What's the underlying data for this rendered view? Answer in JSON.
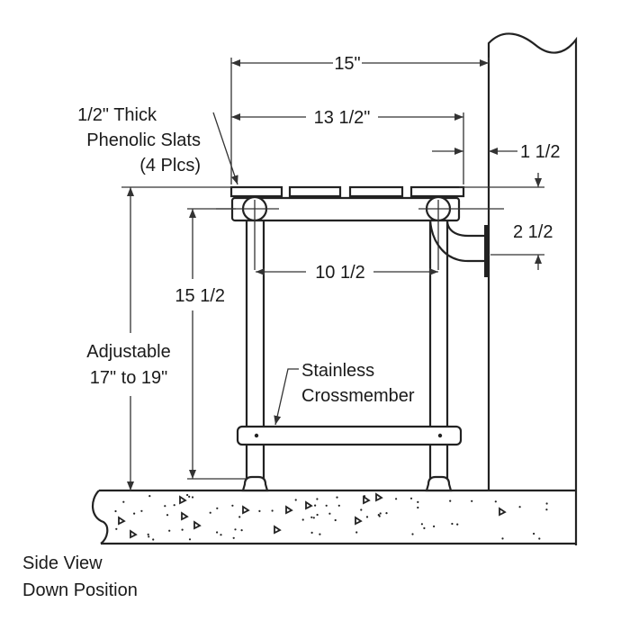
{
  "dimensions": {
    "overall_width": "15\"",
    "seat_width": "13 1/2\"",
    "wall_offset": "1 1/2",
    "bracket_height": "2 1/2",
    "leg_spacing": "10 1/2",
    "leg_height": "15 1/2",
    "seat_height_line1": "Adjustable",
    "seat_height_line2": "17\" to 19\""
  },
  "labels": {
    "slats_line1": "1/2\" Thick",
    "slats_line2": "Phenolic Slats",
    "slats_line3": "(4 Plcs)",
    "crossmember_line1": "Stainless",
    "crossmember_line2": "Crossmember"
  },
  "caption": {
    "line1": "Side View",
    "line2": "Down Position"
  }
}
